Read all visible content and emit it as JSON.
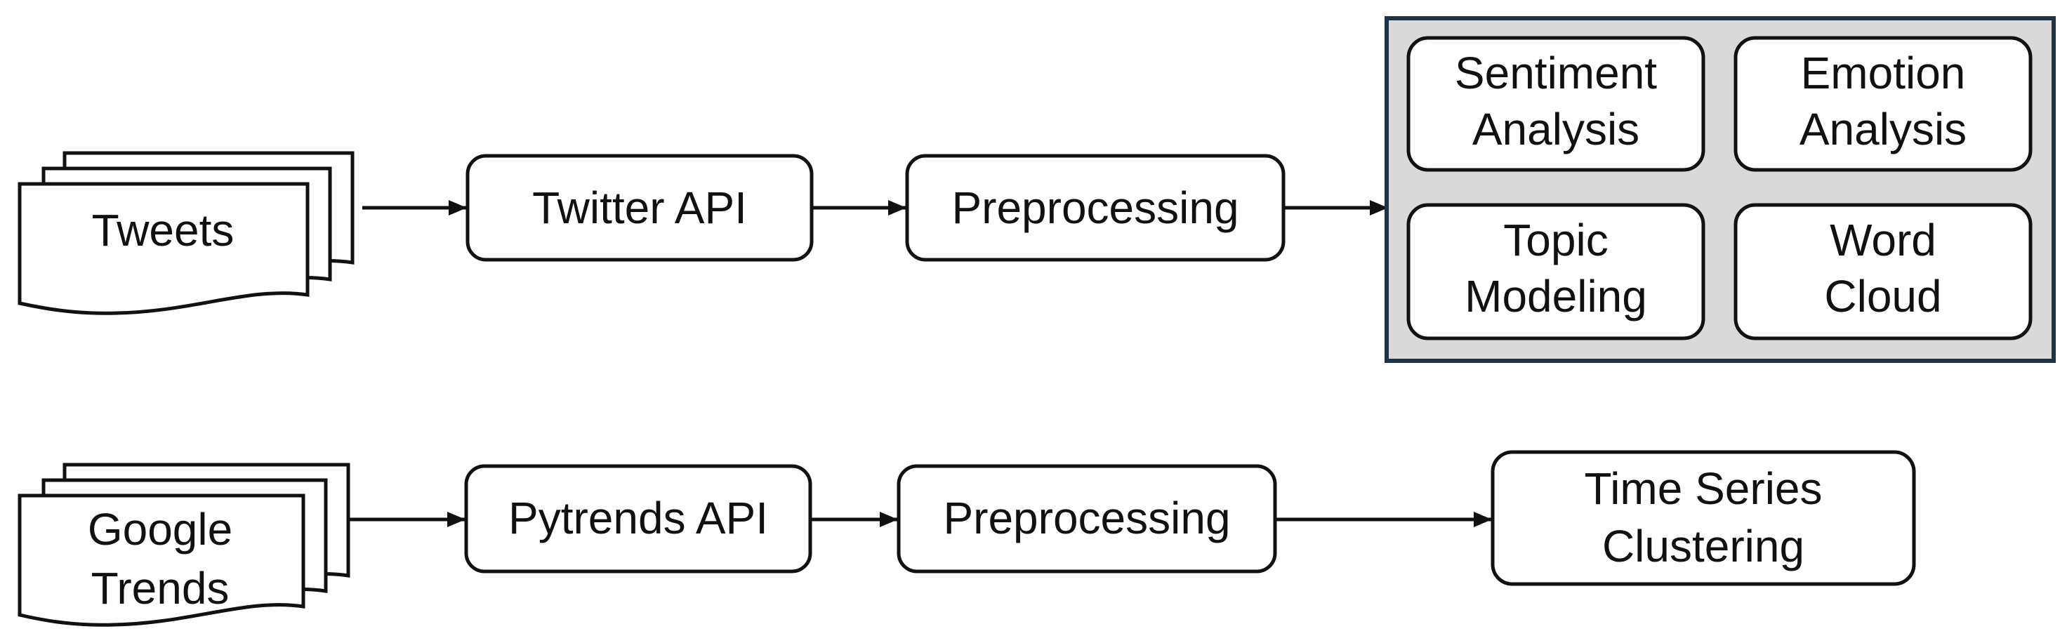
{
  "row1": {
    "source": "Tweets",
    "api": "Twitter API",
    "preprocessing": "Preprocessing",
    "analysis_group": [
      {
        "line1": "Sentiment",
        "line2": "Analysis"
      },
      {
        "line1": "Emotion",
        "line2": "Analysis"
      },
      {
        "line1": "Topic",
        "line2": "Modeling"
      },
      {
        "line1": "Word",
        "line2": "Cloud"
      }
    ]
  },
  "row2": {
    "source_line1": "Google",
    "source_line2": "Trends",
    "api": "Pytrends API",
    "preprocessing": "Preprocessing",
    "output_line1": "Time Series",
    "output_line2": "Clustering"
  },
  "colors": {
    "stroke": "#111111",
    "group_fill": "#d9d9d9",
    "group_border": "#1f3342",
    "box_fill": "#ffffff"
  }
}
